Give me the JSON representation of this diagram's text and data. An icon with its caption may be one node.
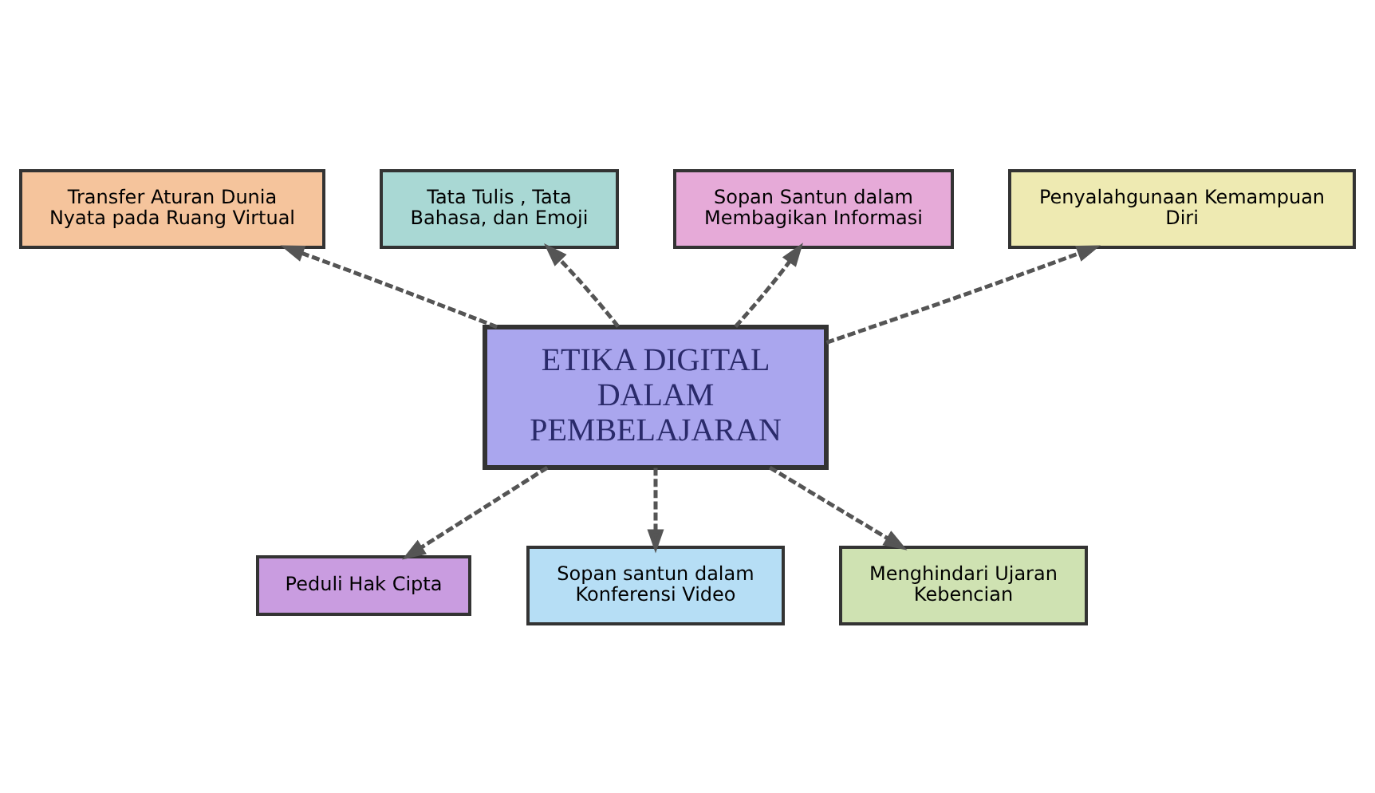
{
  "diagram": {
    "nodes": [
      {
        "text": [
          "Tata Tulis , Tata Bahasa, dan Emoji"
        ]
      },
      {
        "text": [
          "Sopan Santun dalam Membagikan Informasi"
        ]
      },
      {
        "text": [
          "Transfer Aturan Dunia Nyata pada Ruang Virtual"
        ]
      },
      {
        "text": [
          "Penyalahgunaan Kemampuan Diri"
        ]
      },
      {
        "text": [
          "ETIKA DIGITAL DALAM PEMBELAJARAN"
        ]
      },
      {
        "text": [
          "Peduli Hak Cipta"
        ]
      },
      {
        "text": [
          "Sopan santun dalam Konferensi Video"
        ]
      },
      {
        "text": [
          "Menghindari Ujaran Kebencian"
        ]
      }
    ],
    "edges": [
      {
        "from": 4,
        "to": 0,
        "arrow": "to",
        "style": "dashed"
      },
      {
        "from": 4,
        "to": 1,
        "arrow": "to",
        "style": "dashed"
      },
      {
        "from": 4,
        "to": 2,
        "arrow": "to",
        "style": "dashed"
      },
      {
        "from": 4,
        "to": 3,
        "arrow": "to",
        "style": "dashed"
      },
      {
        "from": 4,
        "to": 5,
        "arrow": "to",
        "style": "dashed"
      },
      {
        "from": 4,
        "to": 6,
        "arrow": "to",
        "style": "dashed"
      },
      {
        "from": 4,
        "to": 7,
        "arrow": "to",
        "style": "dashed"
      }
    ]
  }
}
